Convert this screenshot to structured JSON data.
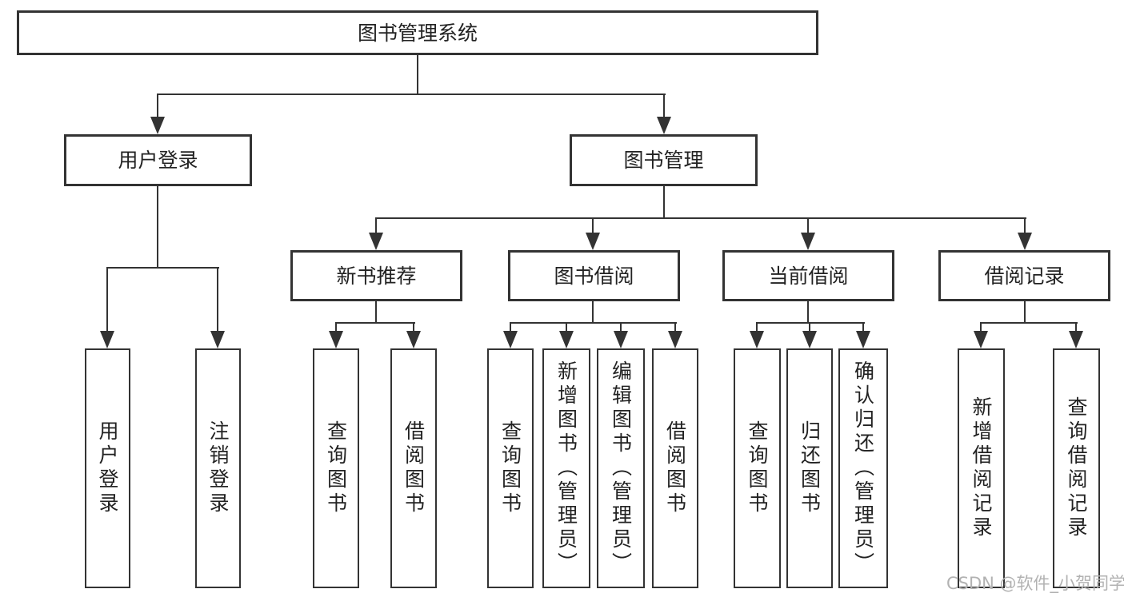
{
  "colors": {
    "line": "#333333",
    "text": "#222222",
    "watermark": "#b2b2b2",
    "background": "#ffffff"
  },
  "watermark": {
    "text": "CSDN @软件_小贺同学"
  },
  "tree": {
    "label": "图书管理系统",
    "children": [
      {
        "label": "用户登录",
        "children": [
          {
            "label": "用户登录"
          },
          {
            "label": "注销登录"
          }
        ]
      },
      {
        "label": "图书管理",
        "children": [
          {
            "label": "新书推荐",
            "children": [
              {
                "label": "查询图书"
              },
              {
                "label": "借阅图书"
              }
            ]
          },
          {
            "label": "图书借阅",
            "children": [
              {
                "label": "查询图书"
              },
              {
                "label": "新增图书（管理员）"
              },
              {
                "label": "编辑图书（管理员）"
              },
              {
                "label": "借阅图书"
              }
            ]
          },
          {
            "label": "当前借阅",
            "children": [
              {
                "label": "查询图书"
              },
              {
                "label": "归还图书"
              },
              {
                "label": "确认归还（管理员）"
              }
            ]
          },
          {
            "label": "借阅记录",
            "children": [
              {
                "label": "新增借阅记录"
              },
              {
                "label": "查询借阅记录"
              }
            ]
          }
        ]
      }
    ]
  }
}
